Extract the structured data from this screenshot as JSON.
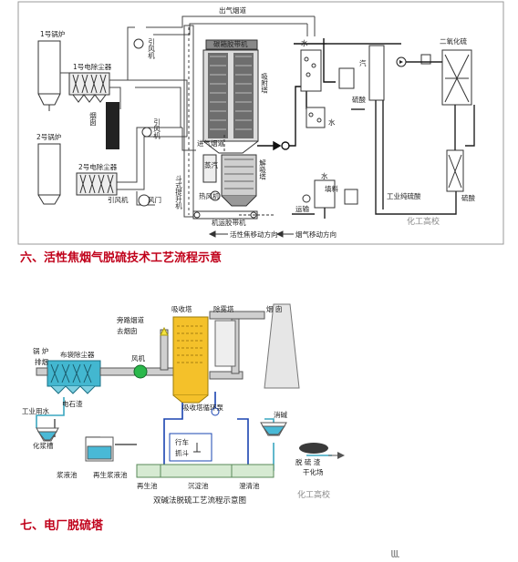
{
  "figure1": {
    "labels": {
      "boiler1": "1号锅炉",
      "precip1": "1号电除尘器",
      "boiler2": "2号锅炉",
      "precip2": "2号电除尘器",
      "chimney": "烟囱",
      "fan_a": "引风机",
      "fan_b": "引风机",
      "fan_c": "引风机",
      "damper": "风门",
      "outlet_duct": "出气烟道",
      "conveyor_top": "碳箱胶带机",
      "adsorber": "吸附塔",
      "inlet_duct": "进气烟道",
      "steam": "蒸汽",
      "hot_air_fan": "热风机",
      "desorber": "解吸塔",
      "bucket_elevator": "斗式提升机",
      "conveyor_bottom": "机运胶带机",
      "carbon_flow": "活性焦移动方向",
      "gas_flow": "烟气移动方向",
      "water_a": "水",
      "water_b": "水",
      "water_c": "水",
      "steam_b": "汽",
      "sulfuric_a": "硫酸",
      "sulfuric_b": "硫酸",
      "so2": "二氧化硫",
      "material_bin": "填料",
      "transport": "运输",
      "industrial_acid": "工业纯硫酸",
      "watermark": "化工高校"
    }
  },
  "heading6": "六、活性焦烟气脱硫技术工艺流程示意",
  "figure2": {
    "labels": {
      "boiler_exhaust_1": "锅 炉",
      "boiler_exhaust_2": "排烟",
      "bag_filter": "布袋除尘器",
      "fan": "风机",
      "bypass_1": "旁路烟道",
      "bypass_2": "去烟囱",
      "absorber": "吸收塔",
      "demister": "除雾塔",
      "stack": "烟 囱",
      "circ_pump": "吸收塔循环泵",
      "carbide_slag": "电石渣",
      "industrial_water": "工业用水",
      "slurry_tank": "化浆槽",
      "slurry_pool": "浆液池",
      "regen_slurry_pool": "再生浆液池",
      "crane_1": "行车",
      "crane_2": "抓斗",
      "lime": "消碱",
      "regen_pool": "再生池",
      "settling_pool": "沉淀池",
      "clear_pool": "澄清池",
      "dewater_1": "脱 硫 渣",
      "dewater_2": "干化场",
      "caption": "双碱法脱硫工艺流程示意图",
      "watermark": "化工高校"
    }
  },
  "heading7": "七、电厂脱硫塔",
  "decor": "ιιι"
}
